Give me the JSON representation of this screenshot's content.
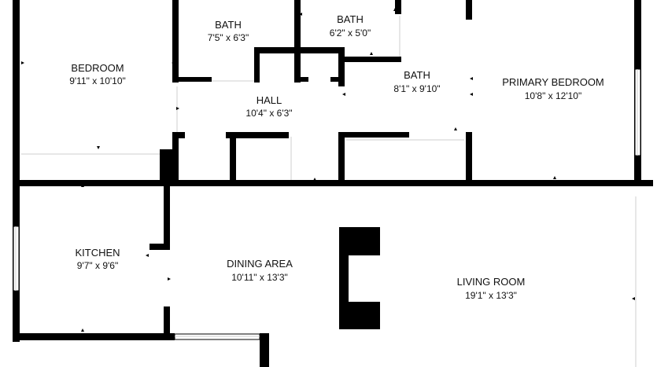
{
  "rooms": {
    "bedroom": {
      "name": "BEDROOM",
      "dims": "9'11\" x 10'10\""
    },
    "bath1": {
      "name": "BATH",
      "dims": "7'5\" x 6'3\""
    },
    "bath2": {
      "name": "BATH",
      "dims": "6'2\" x 5'0\""
    },
    "bath3": {
      "name": "BATH",
      "dims": "8'1\" x 9'10\""
    },
    "primary_bedroom": {
      "name": "PRIMARY BEDROOM",
      "dims": "10'8\" x 12'10\""
    },
    "hall": {
      "name": "HALL",
      "dims": "10'4\" x 6'3\""
    },
    "kitchen": {
      "name": "KITCHEN",
      "dims": "9'7\" x 9'6\""
    },
    "dining_area": {
      "name": "DINING AREA",
      "dims": "10'11\" x 13'3\""
    },
    "living_room": {
      "name": "LIVING ROOM",
      "dims": "19'1\" x 13'3\""
    }
  },
  "colors": {
    "wall": "#000000",
    "background": "#ffffff",
    "text": "#111111"
  }
}
